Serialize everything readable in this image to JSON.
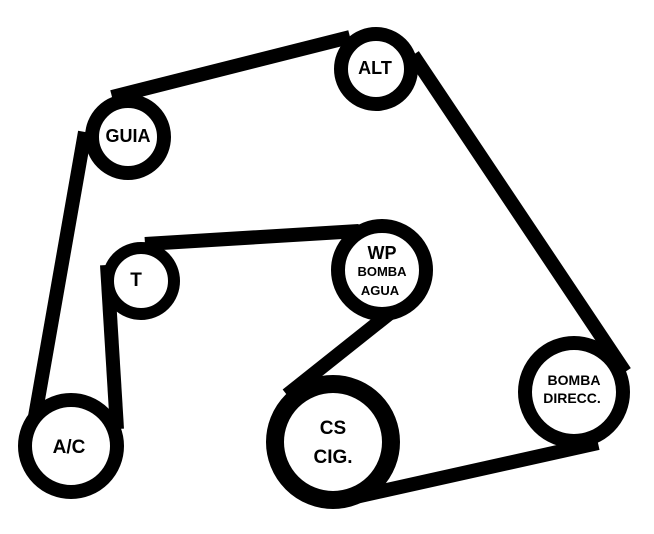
{
  "pulleys": {
    "alt": {
      "lines": [
        "ALT"
      ]
    },
    "guia": {
      "lines": [
        "GUIA"
      ]
    },
    "t": {
      "lines": [
        "T"
      ]
    },
    "wp": {
      "lines": [
        "WP",
        "BOMBA",
        "AGUA"
      ]
    },
    "bomba": {
      "lines": [
        "BOMBA",
        "DIRECC."
      ]
    },
    "cs": {
      "lines": [
        "CS",
        "CIG."
      ]
    },
    "ac": {
      "lines": [
        "A/C"
      ]
    }
  },
  "colors": {
    "belt": "#000000",
    "pulley_fill": "#ffffff",
    "text": "#000000"
  }
}
